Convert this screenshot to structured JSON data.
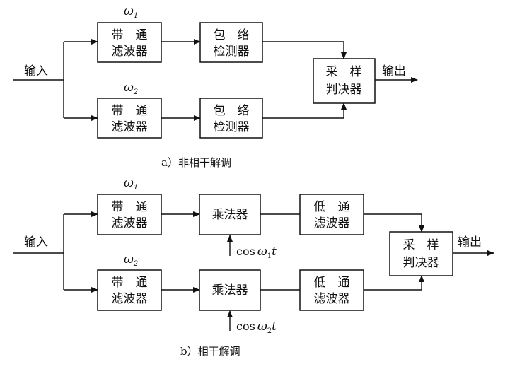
{
  "diagram_a": {
    "caption_letter": "a）",
    "caption_text": "非相干解调",
    "input_label": "输入",
    "output_label": "输出",
    "branch1_freq": "ω",
    "branch1_freq_sub": "1",
    "branch2_freq": "ω",
    "branch2_freq_sub": "2",
    "bandpass_line1": "带　通",
    "bandpass_line2": "滤波器",
    "envelope_line1": "包　络",
    "envelope_line2": "检测器",
    "decision_line1": "采　样",
    "decision_line2": "判决器"
  },
  "diagram_b": {
    "caption_letter": "b）",
    "caption_text": "相干解调",
    "input_label": "输入",
    "output_label": "输出",
    "branch1_freq": "ω",
    "branch1_freq_sub": "1",
    "branch2_freq": "ω",
    "branch2_freq_sub": "2",
    "bandpass_line1": "带　通",
    "bandpass_line2": "滤波器",
    "multiplier": "乘法器",
    "lowpass_line1": "低　通",
    "lowpass_line2": "滤波器",
    "decision_line1": "采　样",
    "decision_line2": "判决器",
    "carrier_prefix": "cos",
    "carrier_omega": "ω",
    "carrier1_sub": "1",
    "carrier2_sub": "2",
    "carrier_t": "t"
  }
}
